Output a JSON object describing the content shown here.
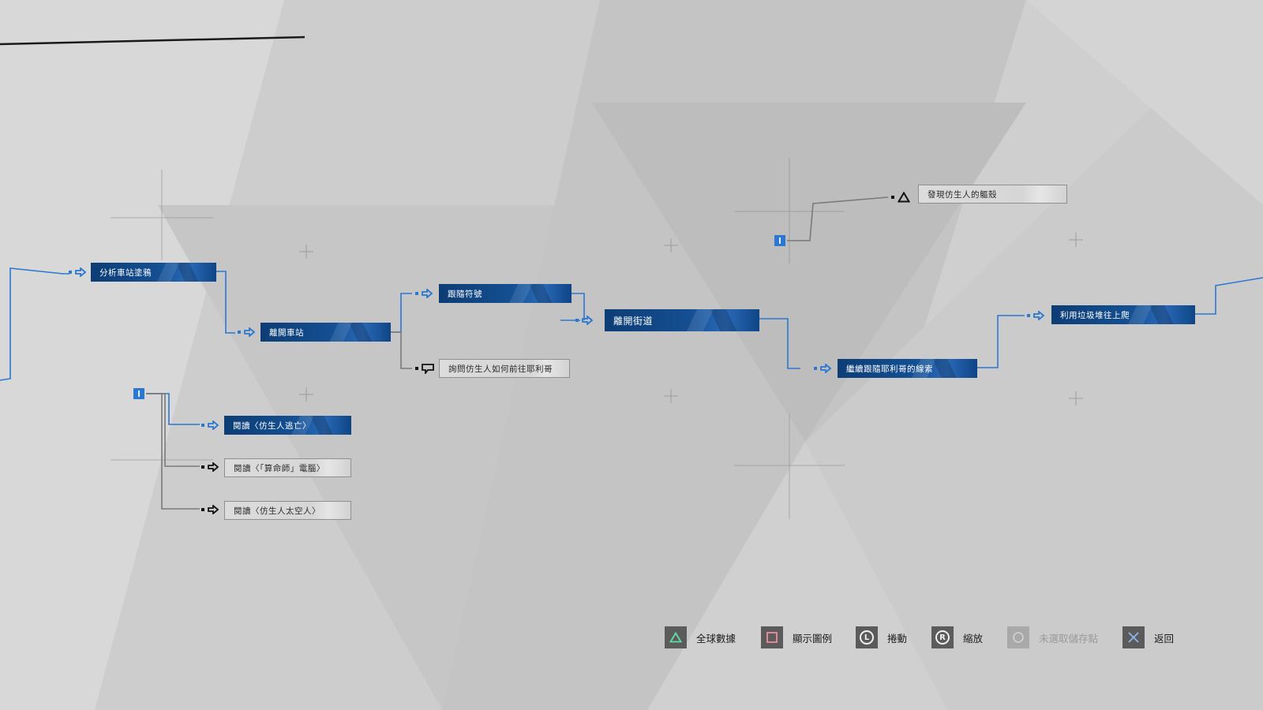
{
  "nodes": {
    "analyze_graffiti": "分析車站塗鴉",
    "leave_station": "離開車站",
    "follow_symbol": "跟隨符號",
    "ask_android": "詢問仿生人如何前往耶利哥",
    "leave_street": "離開街道",
    "keep_following": "繼續跟隨耶利哥的線索",
    "climb_trash": "利用垃圾堆往上爬",
    "find_body": "發現仿生人的軀殼",
    "read_android_escape": "閱讀〈仿生人逃亡〉",
    "read_fortune_computer": "閱讀〈「算命師」電腦〉",
    "read_android_astronaut": "閱讀〈仿生人太空人〉"
  },
  "footer": {
    "global_stats": "全球數據",
    "show_legend": "顯示圖例",
    "scroll": "捲動",
    "zoom": "縮放",
    "no_checkpoint": "未選取儲存點",
    "back": "返回",
    "l_stick_letter": "L",
    "r_stick_letter": "R"
  },
  "colors": {
    "completed_node": "#144f92",
    "connector_blue": "#2a78d2",
    "pending_node": "#d6d6d6",
    "background": "#cfcfcf"
  }
}
